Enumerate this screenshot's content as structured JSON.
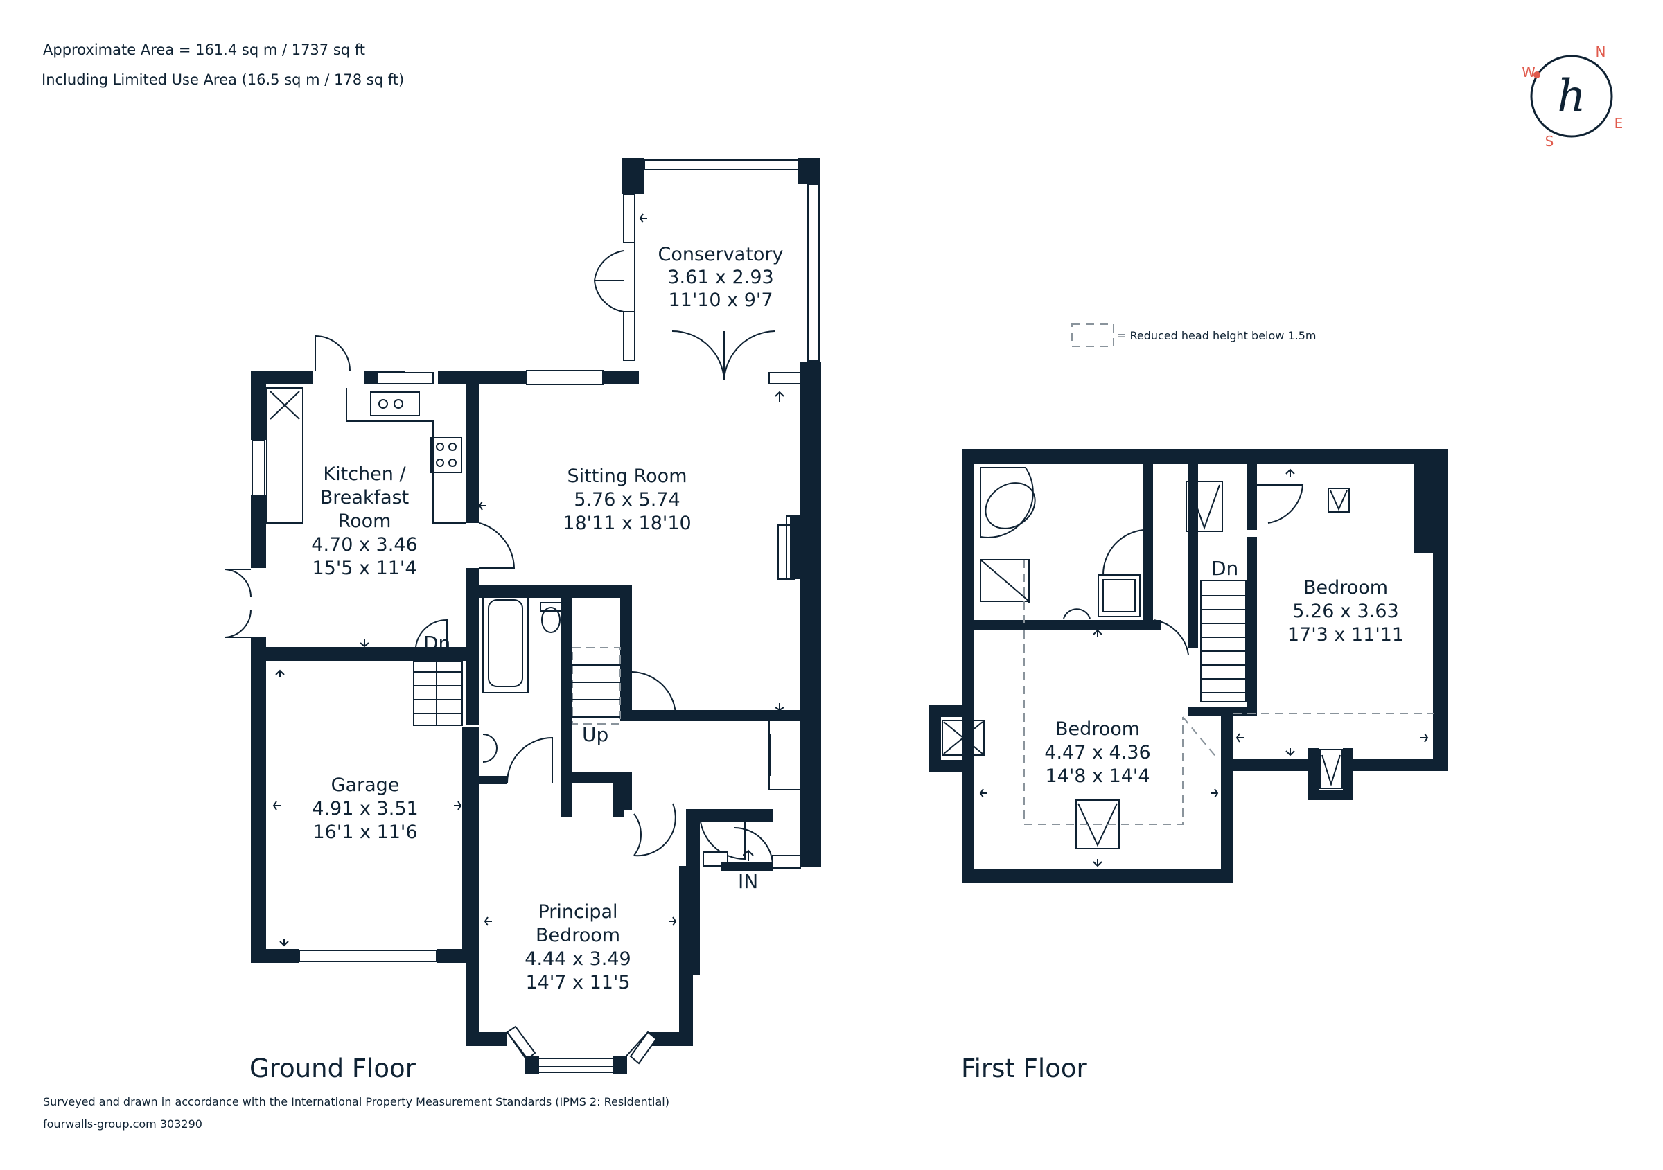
{
  "header": {
    "area_line": "Approximate Area = 161.4 sq m / 1737 sq ft",
    "limited_line": "Including Limited Use Area (16.5 sq m / 178 sq ft)"
  },
  "compass": {
    "n": "N",
    "e": "E",
    "s": "S",
    "w": "W"
  },
  "logo": {
    "glyph": "h"
  },
  "legend": {
    "text": "= Reduced head height below 1.5m"
  },
  "colors": {
    "wall": "#0f2233",
    "compass": "#e05a4c"
  },
  "ground_floor": {
    "title": "Ground Floor",
    "conservatory": {
      "name": "Conservatory",
      "metric": "3.61 x 2.93",
      "imperial": "11'10 x 9'7"
    },
    "kitchen": {
      "name1": "Kitchen /",
      "name2": "Breakfast",
      "name3": "Room",
      "metric": "4.70 x 3.46",
      "imperial": "15'5 x 11'4"
    },
    "sitting": {
      "name": "Sitting Room",
      "metric": "5.76 x 5.74",
      "imperial": "18'11 x 18'10"
    },
    "garage": {
      "name": "Garage",
      "metric": "4.91 x 3.51",
      "imperial": "16'1 x 11'6"
    },
    "principal": {
      "name1": "Principal",
      "name2": "Bedroom",
      "metric": "4.44 x 3.49",
      "imperial": "14'7 x 11'5"
    },
    "labels": {
      "dn": "Dn",
      "up": "Up",
      "in": "IN"
    }
  },
  "first_floor": {
    "title": "First Floor",
    "bedroom_right": {
      "name": "Bedroom",
      "metric": "5.26 x 3.63",
      "imperial": "17'3 x 11'11"
    },
    "bedroom_left": {
      "name": "Bedroom",
      "metric": "4.47 x 4.36",
      "imperial": "14'8 x 14'4"
    },
    "labels": {
      "dn": "Dn"
    }
  },
  "footer": {
    "survey": "Surveyed and drawn in accordance with the International Property Measurement Standards (IPMS 2: Residential)",
    "ref": "fourwalls-group.com 303290"
  }
}
